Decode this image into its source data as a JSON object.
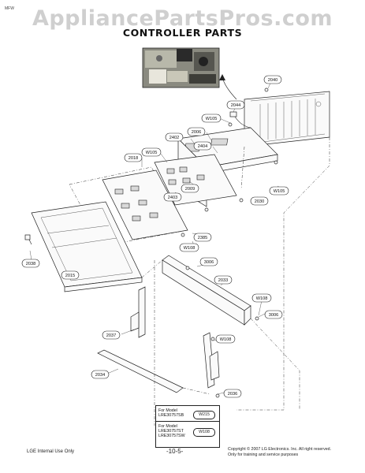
{
  "corner_code": "MFW",
  "watermark": "AppliancePartsPros.com",
  "title": "CONTROLLER PARTS",
  "part_labels": {
    "p2040": "2040",
    "p2044": "2044",
    "w105_a": "W105",
    "p2006": "2006",
    "p2402": "2402",
    "p2404": "2404",
    "w105_b": "W105",
    "p2018": "2018",
    "p2009": "2009",
    "p2403": "2403",
    "w105_c": "W105",
    "p2030": "2030",
    "p2385": "2385",
    "w108_a": "W108",
    "p3006_a": "3006",
    "p2038": "2038",
    "p2015": "2015",
    "p2033": "2033",
    "w108_b": "W108",
    "p3006_b": "3006",
    "p2037": "2037",
    "w108_c": "W108",
    "p2034": "2034",
    "p2036": "2036"
  },
  "models": [
    {
      "prefix": "For Model",
      "name": "LRE30757SB",
      "badge": "W215"
    },
    {
      "prefix": "For Model",
      "name": "LRE30757ST",
      "name2": "LRE30757SW",
      "badge": "W108"
    }
  ],
  "footer": {
    "left": "LGE Internal Use Only",
    "page": "-10-5-",
    "copyright": "Copyright © 2007 LG Electronics. Inc. All right reserved.",
    "purpose": "Only for training and service purposes"
  }
}
